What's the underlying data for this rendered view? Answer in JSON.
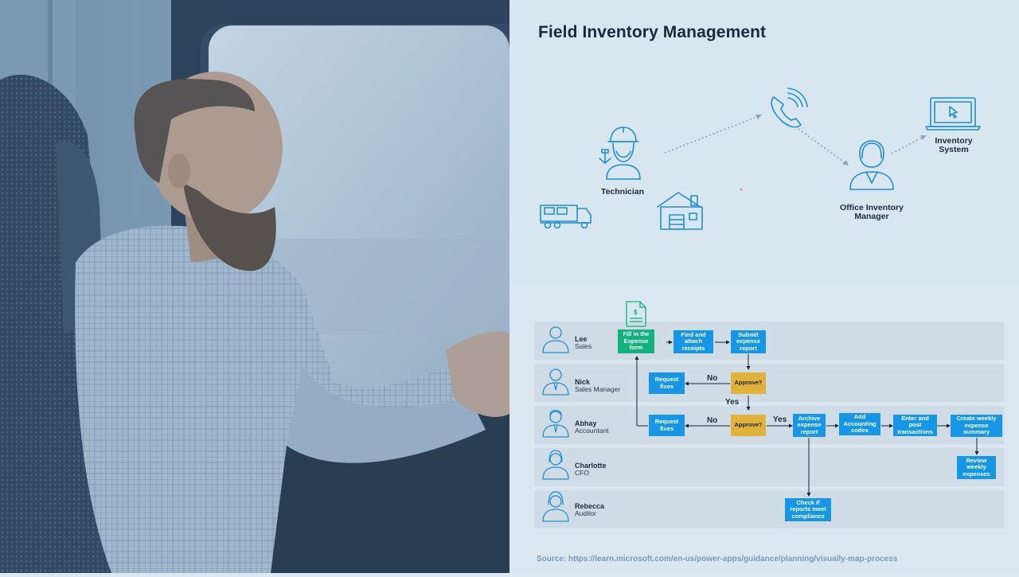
{
  "title": "Field Inventory Management",
  "top_diagram": {
    "technician": "Technician",
    "office_manager_line1": "Office Inventory",
    "office_manager_line2": "Manager",
    "inventory_line1": "Inventory",
    "inventory_line2": "System"
  },
  "lanes": [
    {
      "name": "Lee",
      "role": "Sales"
    },
    {
      "name": "Nick",
      "role": "Sales Manager"
    },
    {
      "name": "Abhay",
      "role": "Accountant"
    },
    {
      "name": "Charlotte",
      "role": "CFO"
    },
    {
      "name": "Rebecca",
      "role": "Auditor"
    }
  ],
  "steps": {
    "fill_form": "Fill in the Expense form",
    "find_receipts": "Find and attach receipts",
    "submit_report": "Submit expense report",
    "request_fixes_1": "Request fixes",
    "approve_1": "Approve?",
    "request_fixes_2": "Request fixes",
    "approve_2": "Approve?",
    "archive_report": "Archive expense report",
    "add_codes": "Add Accounting codes",
    "post_transactions": "Enter and post transactions",
    "weekly_summary": "Create weekly expense summary",
    "review_weekly": "Review weekly expenses",
    "check_compliance": "Check if reports meet compliance"
  },
  "decisions": {
    "no_1": "No",
    "yes_1": "Yes",
    "no_2": "No",
    "yes_2": "Yes"
  },
  "source": "Source: https://learn.microsoft.com/en-us/power-apps/guidance/planning/visually-map-process",
  "colors": {
    "blue_step": "#1596e6",
    "green_step": "#12b27c",
    "decision": "#e0b23a",
    "icon": "#1e8fd6"
  }
}
